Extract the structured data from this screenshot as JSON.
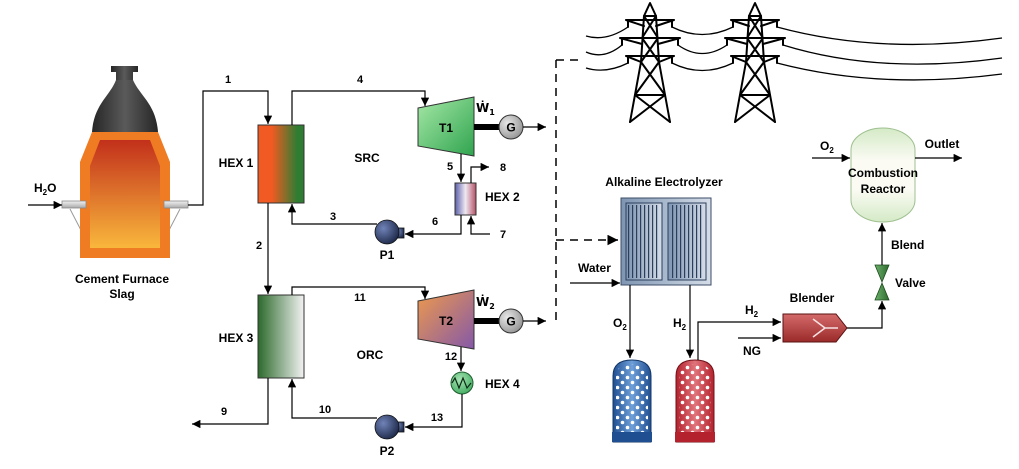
{
  "furnace": {
    "title_line1": "Cement Furnace",
    "title_line2": "Slag"
  },
  "water_inlet": {
    "base": "H",
    "sub": "2",
    "tail": "O"
  },
  "streams": {
    "s1": "1",
    "s2": "2",
    "s3": "3",
    "s4": "4",
    "s5": "5",
    "s6": "6",
    "s7": "7",
    "s8": "8",
    "s9": "9",
    "s10": "10",
    "s11": "11",
    "s12": "12",
    "s13": "13"
  },
  "src": {
    "label": "SRC",
    "hex1": "HEX 1",
    "hex2": "HEX 2",
    "turbine": "T1",
    "pump": "P1",
    "generator": "G",
    "power": {
      "base": "Ẇ",
      "sub": "1"
    }
  },
  "orc": {
    "label": "ORC",
    "hex3": "HEX 3",
    "hex4": "HEX 4",
    "turbine": "T2",
    "pump": "P2",
    "generator": "G",
    "power": {
      "base": "Ẇ",
      "sub": "2"
    }
  },
  "electrolyzer": {
    "title": "Alkaline Electrolyzer",
    "water": "Water",
    "oxygen": {
      "base": "O",
      "sub": "2"
    },
    "hydrogen": {
      "base": "H",
      "sub": "2"
    }
  },
  "blending": {
    "title": "Blender",
    "hydrogen": {
      "base": "H",
      "sub": "2"
    },
    "natural_gas": "NG",
    "valve": "Valve",
    "blend": "Blend"
  },
  "reactor": {
    "line1": "Combustion",
    "line2": "Reactor",
    "oxygen": {
      "base": "O",
      "sub": "2"
    },
    "outlet": "Outlet"
  },
  "colors": {
    "furnace_shell": "#ef7b22",
    "furnace_core_top": "#c2301b",
    "furnace_core_bottom": "#f9b73c",
    "furnace_hood": "#262626",
    "hex1_hot": "#f15a22",
    "hex1_cold": "#2f7d32",
    "hex3_left": "#2c6a2c",
    "hex3_right": "#f2f2f2",
    "t1_light": "#a6e8a6",
    "t1_dark": "#2fa44f",
    "t2_light": "#ee9a4c",
    "t2_dark": "#8458a8",
    "pump": "#1e2a4a",
    "generator": "#8f8f8f",
    "hex4": "#3aa85a",
    "electrolyzer": "#7e95b2",
    "o2_tank": "#1f4f91",
    "h2_tank": "#b3222d",
    "blender": "#9b2a2a",
    "valve": "#2f6b2f",
    "reactor": "#d4eac6"
  }
}
